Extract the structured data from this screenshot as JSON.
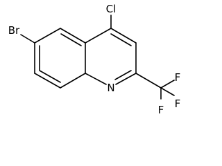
{
  "molecule": {
    "atoms": {
      "bromine": "Br",
      "chlorine": "Cl",
      "nitrogen": "N",
      "fluorine_1": "F",
      "fluorine_2": "F",
      "fluorine_3": "F"
    },
    "colors": {
      "bond": "#000000",
      "text": "#000000",
      "background": "#ffffff"
    }
  }
}
